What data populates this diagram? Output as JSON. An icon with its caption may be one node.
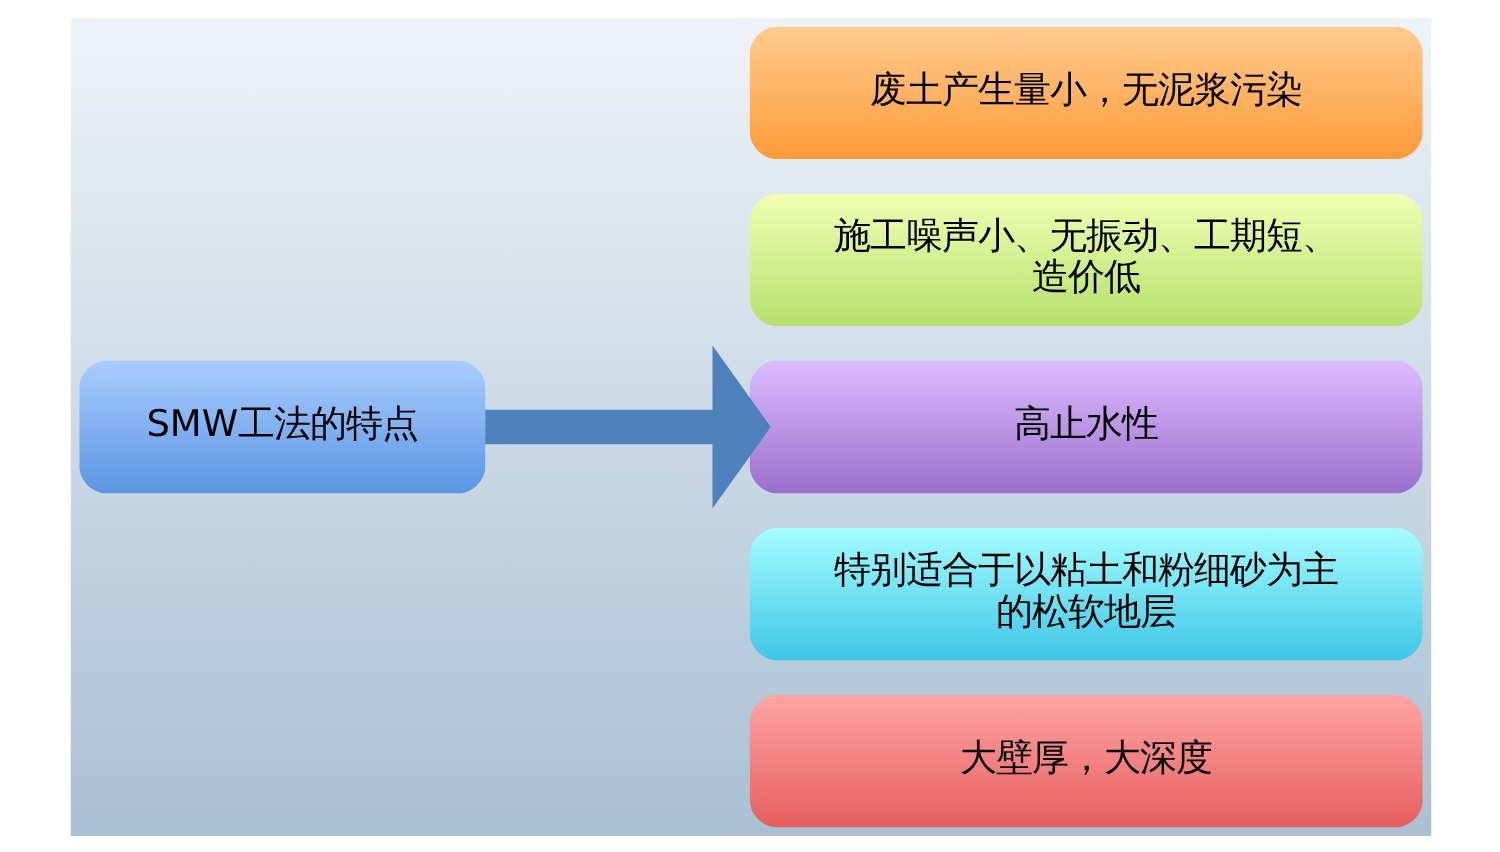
{
  "diagram": {
    "nodes": [
      {
        "text": [
          "SMW工法的特点"
        ]
      },
      {
        "text": [
          "废土产生量小，无泥浆污染"
        ]
      },
      {
        "text": [
          "施工噪声小、无振动、工期短、造价低"
        ]
      },
      {
        "text": [
          "高止水性"
        ]
      },
      {
        "text": [
          "特别适合于以粘土和粉细砂为主的松软地层"
        ]
      },
      {
        "text": [
          "大壁厚，大深度"
        ]
      }
    ],
    "edges": [
      {
        "from": 0,
        "to": 3,
        "arrow": "to",
        "color": "#4f81bd"
      }
    ]
  }
}
